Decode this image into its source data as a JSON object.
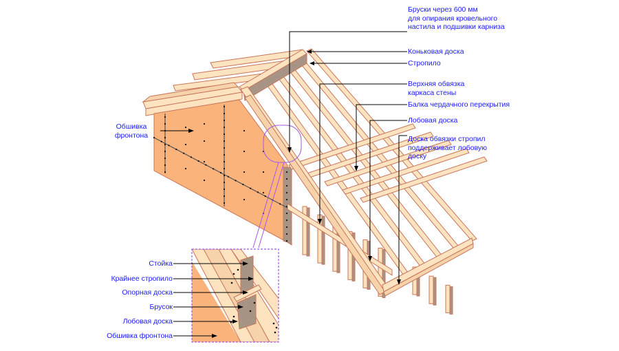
{
  "diagram": {
    "title": "Каркас фронтона и стропильной системы",
    "colors": {
      "label_text": "#1a1aff",
      "leader_line": "#000000",
      "timber_face": "#fde3c0",
      "timber_edge": "#c8765a",
      "timber_end": "#a89484",
      "sheathing": "#fbb37c",
      "detail_frame": "#a259e8",
      "nail": "#111111"
    },
    "main_labels": [
      {
        "id": "battens",
        "text": "Бруски через 600 мм\nдля опирания кровельного\nнастила и подшивки карниза"
      },
      {
        "id": "ridge-board",
        "text": "Коньковая доска"
      },
      {
        "id": "rafter",
        "text": "Стропило"
      },
      {
        "id": "top-plate",
        "text": "Верхняя обвязка\nкаркаса стены"
      },
      {
        "id": "ceiling-joist",
        "text": "Балка чердачного перекрытия"
      },
      {
        "id": "fascia-board",
        "text": "Лобовая доска"
      },
      {
        "id": "rafter-tie-board",
        "text": "Доска обвязки стропил\nподдерживает лобовую\nдоску"
      },
      {
        "id": "gable-sheathing",
        "text": "Обшивка\nфронтона"
      }
    ],
    "detail_labels": [
      {
        "id": "stud",
        "text": "Стойка"
      },
      {
        "id": "end-rafter",
        "text": "Крайнее стропило"
      },
      {
        "id": "bearing-board",
        "text": "Опорная доска"
      },
      {
        "id": "block",
        "text": "Брусок"
      },
      {
        "id": "detail-fascia",
        "text": "Лобовая доска"
      },
      {
        "id": "detail-sheathing",
        "text": "Обшивка фронтона"
      }
    ]
  }
}
